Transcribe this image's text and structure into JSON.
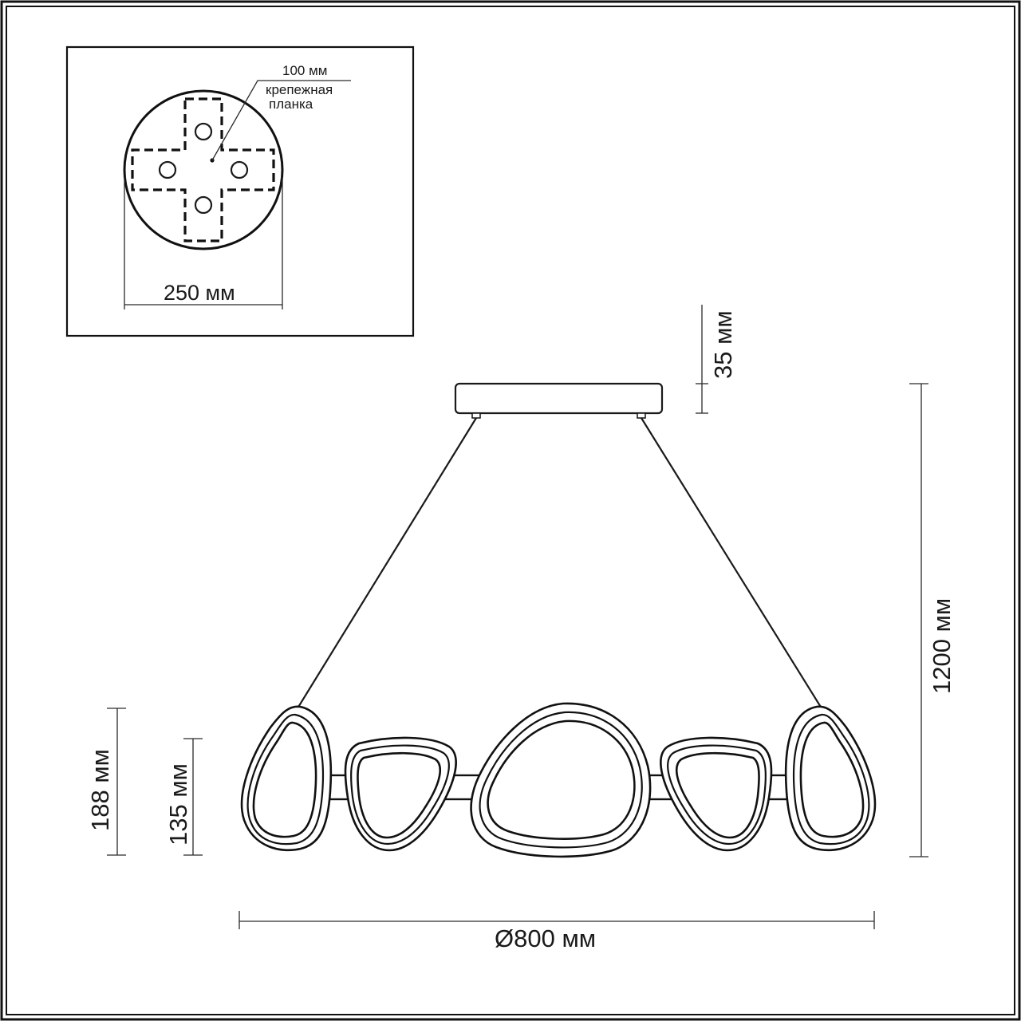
{
  "inset": {
    "plate_label_size": "100 мм",
    "plate_label_line1": "крепежная",
    "plate_label_line2": "планка",
    "base_diameter": "250 мм"
  },
  "dimensions": {
    "canopy_height": "35 мм",
    "cable_length": "1200 мм",
    "large_shade_height": "188 мм",
    "small_shade_height": "135 мм",
    "overall_diameter": "Ø800 мм"
  },
  "colors": {
    "line": "#1a1a1a",
    "background": "#ffffff"
  }
}
